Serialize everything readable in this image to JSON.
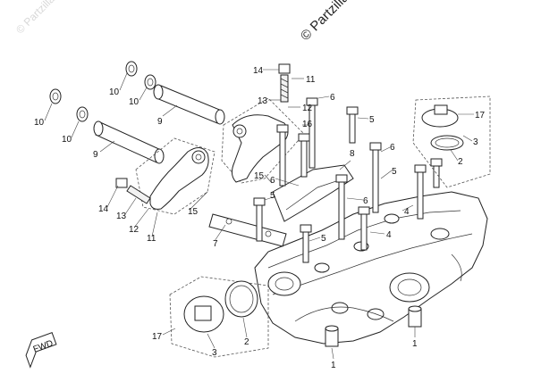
{
  "watermark": {
    "main": "© Partzilla.com",
    "faint": "© Partzilla.com"
  },
  "fwd_label": "FWD",
  "callouts": [
    {
      "id": "c1",
      "text": "14"
    },
    {
      "id": "c2",
      "text": "11"
    },
    {
      "id": "c3",
      "text": "13"
    },
    {
      "id": "c4",
      "text": "12"
    },
    {
      "id": "c5",
      "text": "6"
    },
    {
      "id": "c6",
      "text": "16"
    },
    {
      "id": "c7",
      "text": "5"
    },
    {
      "id": "c8",
      "text": "10"
    },
    {
      "id": "c9",
      "text": "10"
    },
    {
      "id": "c10",
      "text": "9"
    },
    {
      "id": "c11",
      "text": "10"
    },
    {
      "id": "c12",
      "text": "10"
    },
    {
      "id": "c13",
      "text": "9"
    },
    {
      "id": "c14",
      "text": "17"
    },
    {
      "id": "c15",
      "text": "3"
    },
    {
      "id": "c16",
      "text": "2"
    },
    {
      "id": "c17",
      "text": "8"
    },
    {
      "id": "c18",
      "text": "6"
    },
    {
      "id": "c19",
      "text": "5"
    },
    {
      "id": "c20",
      "text": "15"
    },
    {
      "id": "c21",
      "text": "6"
    },
    {
      "id": "c22",
      "text": "5"
    },
    {
      "id": "c23",
      "text": "6"
    },
    {
      "id": "c24",
      "text": "4"
    },
    {
      "id": "c25",
      "text": "14"
    },
    {
      "id": "c26",
      "text": "13"
    },
    {
      "id": "c27",
      "text": "12"
    },
    {
      "id": "c28",
      "text": "11"
    },
    {
      "id": "c29",
      "text": "15"
    },
    {
      "id": "c30",
      "text": "7"
    },
    {
      "id": "c31",
      "text": "5"
    },
    {
      "id": "c32",
      "text": "4"
    },
    {
      "id": "c33",
      "text": "17"
    },
    {
      "id": "c34",
      "text": "2"
    },
    {
      "id": "c35",
      "text": "3"
    },
    {
      "id": "c36",
      "text": "1"
    },
    {
      "id": "c37",
      "text": "1"
    }
  ]
}
